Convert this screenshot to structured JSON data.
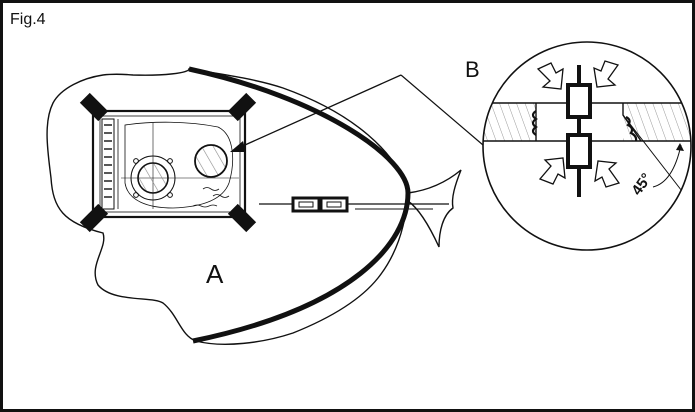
{
  "figure": {
    "caption": "Fig.4",
    "label_a": "A",
    "label_b": "B",
    "angle_label": "45°"
  },
  "colors": {
    "ink": "#111111",
    "hatch": "#8a8a8a",
    "background": "#ffffff"
  }
}
